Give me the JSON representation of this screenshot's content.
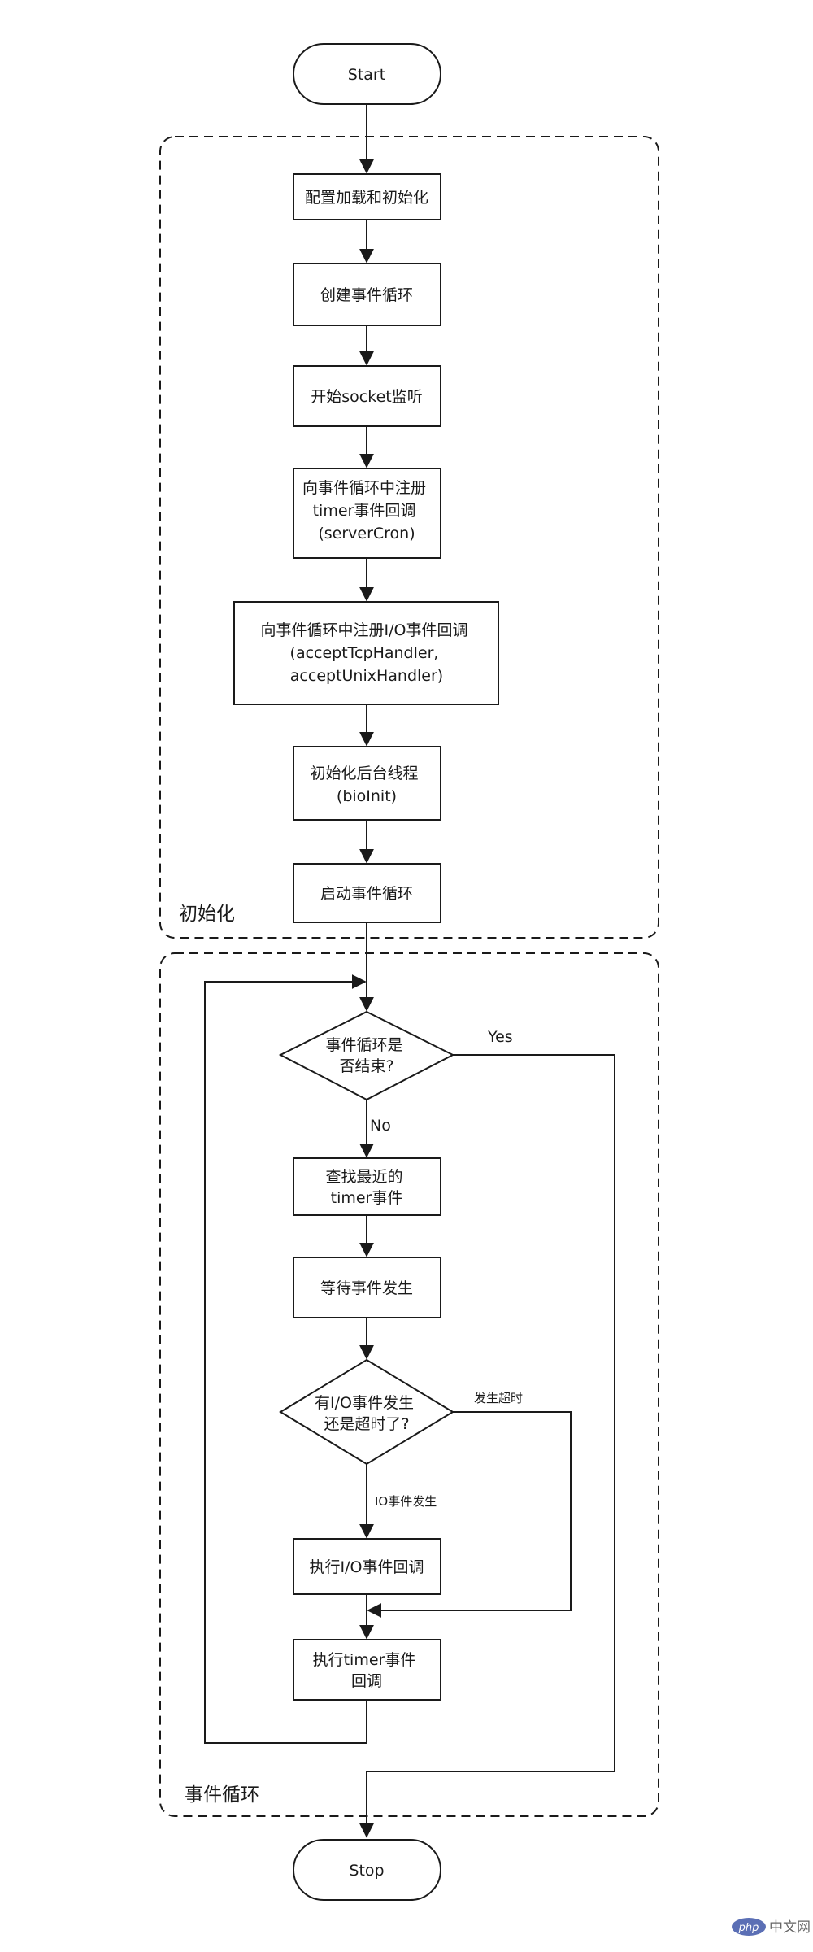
{
  "nodes": {
    "start": {
      "lines": [
        "Start"
      ]
    },
    "config": {
      "lines": [
        "配置加载和初始化"
      ]
    },
    "create_loop": {
      "lines": [
        "创建事件循环"
      ]
    },
    "socket": {
      "lines": [
        "开始socket监听"
      ]
    },
    "timer_register": {
      "lines": [
        "向事件循环中注册",
        "timer事件回调",
        "(serverCron)"
      ]
    },
    "io_register": {
      "lines": [
        "向事件循环中注册I/O事件回调",
        "(acceptTcpHandler,",
        "acceptUnixHandler)"
      ]
    },
    "bio_init": {
      "lines": [
        "初始化后台线程",
        "(bioInit)"
      ]
    },
    "start_loop": {
      "lines": [
        "启动事件循环"
      ]
    },
    "loop_end": {
      "lines": [
        "事件循环是",
        "否结束?"
      ]
    },
    "find_timer": {
      "lines": [
        "查找最近的",
        "timer事件"
      ]
    },
    "wait": {
      "lines": [
        "等待事件发生"
      ]
    },
    "io_or_timeout": {
      "lines": [
        "有I/O事件发生",
        "还是超时了?"
      ]
    },
    "exec_io": {
      "lines": [
        "执行I/O事件回调"
      ]
    },
    "exec_timer": {
      "lines": [
        "执行timer事件",
        "回调"
      ]
    },
    "stop": {
      "lines": [
        "Stop"
      ]
    }
  },
  "edges": {
    "yes": "Yes",
    "no": "No",
    "timeout": "发生超时",
    "io_happened": "IO事件发生"
  },
  "groups": {
    "init": "初始化",
    "loop": "事件循环"
  },
  "watermark": {
    "logo": "php",
    "text": "中文网"
  },
  "colors": {
    "stroke": "#1a1a1a",
    "background": "#ffffff",
    "watermark_logo": "#5b6fb5"
  }
}
